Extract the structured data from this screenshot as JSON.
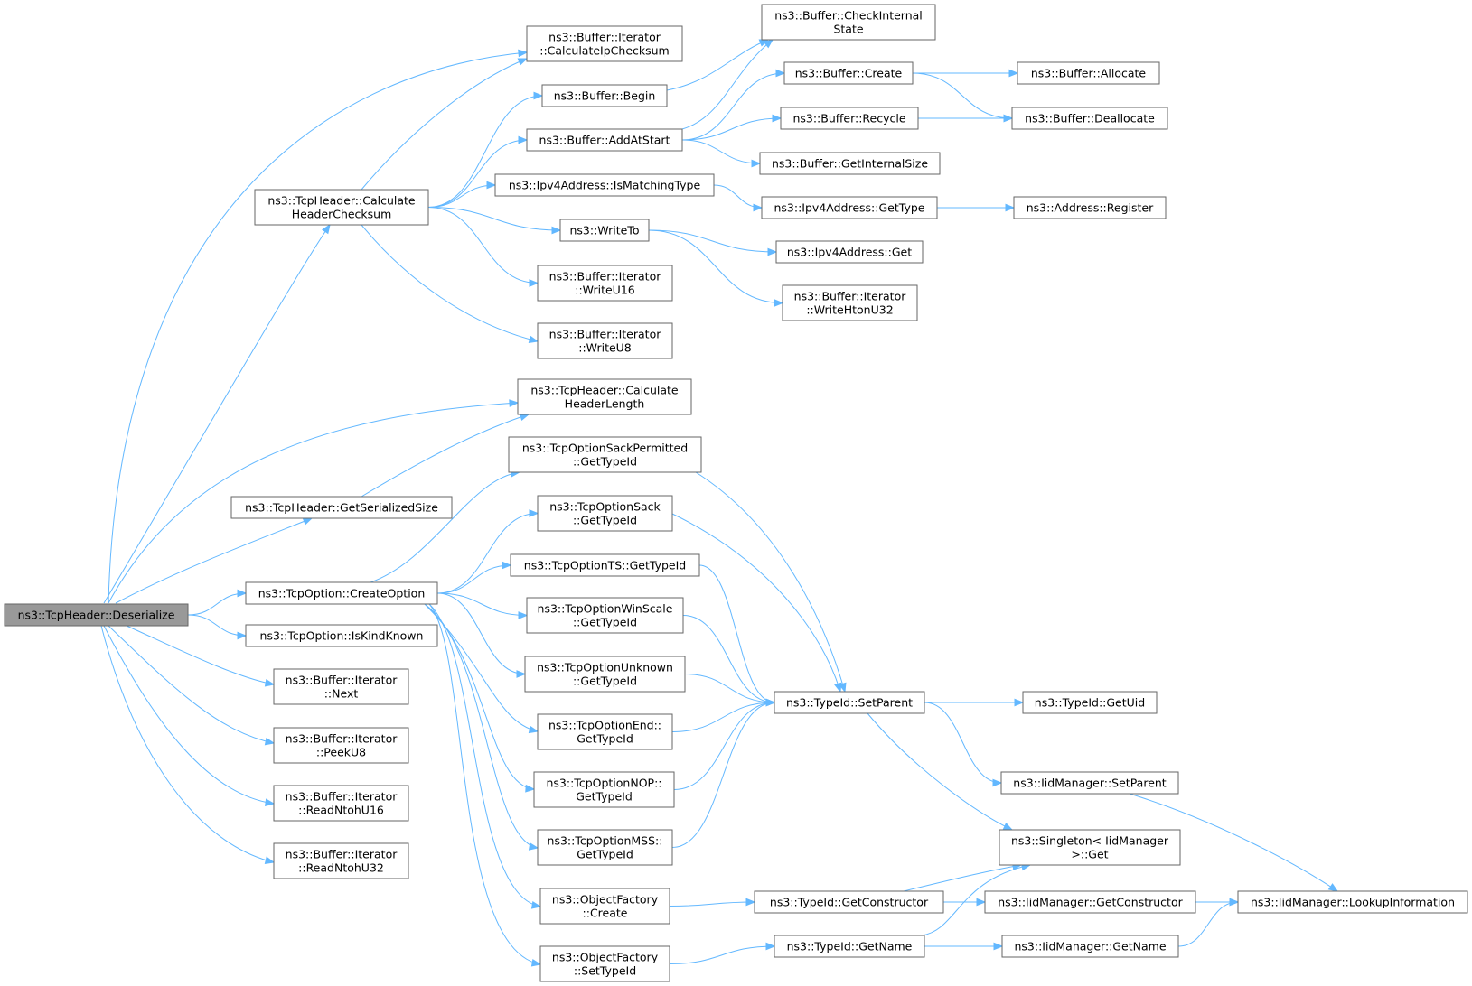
{
  "graph": {
    "nodes": [
      {
        "id": "deserialize",
        "lines": [
          "ns3::TcpHeader::Deserialize"
        ],
        "root": true
      },
      {
        "id": "calcHdrChecksum",
        "lines": [
          "ns3::TcpHeader::Calculate",
          "HeaderChecksum"
        ]
      },
      {
        "id": "calcHdrLength",
        "lines": [
          "ns3::TcpHeader::Calculate",
          "HeaderLength"
        ]
      },
      {
        "id": "getSerializedSize",
        "lines": [
          "ns3::TcpHeader::GetSerializedSize"
        ]
      },
      {
        "id": "createOption",
        "lines": [
          "ns3::TcpOption::CreateOption"
        ]
      },
      {
        "id": "isKindKnown",
        "lines": [
          "ns3::TcpOption::IsKindKnown"
        ]
      },
      {
        "id": "next",
        "lines": [
          "ns3::Buffer::Iterator",
          "::Next"
        ]
      },
      {
        "id": "peekU8",
        "lines": [
          "ns3::Buffer::Iterator",
          "::PeekU8"
        ]
      },
      {
        "id": "readNtohU16",
        "lines": [
          "ns3::Buffer::Iterator",
          "::ReadNtohU16"
        ]
      },
      {
        "id": "readNtohU32",
        "lines": [
          "ns3::Buffer::Iterator",
          "::ReadNtohU32"
        ]
      },
      {
        "id": "calcIpChecksum",
        "lines": [
          "ns3::Buffer::Iterator",
          "::CalculateIpChecksum"
        ]
      },
      {
        "id": "bufBegin",
        "lines": [
          "ns3::Buffer::Begin"
        ]
      },
      {
        "id": "addAtStart",
        "lines": [
          "ns3::Buffer::AddAtStart"
        ]
      },
      {
        "id": "isMatchingType",
        "lines": [
          "ns3::Ipv4Address::IsMatchingType"
        ]
      },
      {
        "id": "writeTo",
        "lines": [
          "ns3::WriteTo"
        ]
      },
      {
        "id": "writeU16",
        "lines": [
          "ns3::Buffer::Iterator",
          "::WriteU16"
        ]
      },
      {
        "id": "writeU8",
        "lines": [
          "ns3::Buffer::Iterator",
          "::WriteU8"
        ]
      },
      {
        "id": "checkInternal",
        "lines": [
          "ns3::Buffer::CheckInternal",
          "State"
        ]
      },
      {
        "id": "bufCreate",
        "lines": [
          "ns3::Buffer::Create"
        ]
      },
      {
        "id": "bufRecycle",
        "lines": [
          "ns3::Buffer::Recycle"
        ]
      },
      {
        "id": "getInternalSize",
        "lines": [
          "ns3::Buffer::GetInternalSize"
        ]
      },
      {
        "id": "ipv4GetType",
        "lines": [
          "ns3::Ipv4Address::GetType"
        ]
      },
      {
        "id": "ipv4Get",
        "lines": [
          "ns3::Ipv4Address::Get"
        ]
      },
      {
        "id": "writeHtonU32",
        "lines": [
          "ns3::Buffer::Iterator",
          "::WriteHtonU32"
        ]
      },
      {
        "id": "bufAllocate",
        "lines": [
          "ns3::Buffer::Allocate"
        ]
      },
      {
        "id": "bufDeallocate",
        "lines": [
          "ns3::Buffer::Deallocate"
        ]
      },
      {
        "id": "addrRegister",
        "lines": [
          "ns3::Address::Register"
        ]
      },
      {
        "id": "sackPermitted",
        "lines": [
          "ns3::TcpOptionSackPermitted",
          "::GetTypeId"
        ]
      },
      {
        "id": "sack",
        "lines": [
          "ns3::TcpOptionSack",
          "::GetTypeId"
        ]
      },
      {
        "id": "ts",
        "lines": [
          "ns3::TcpOptionTS::GetTypeId"
        ]
      },
      {
        "id": "winScale",
        "lines": [
          "ns3::TcpOptionWinScale",
          "::GetTypeId"
        ]
      },
      {
        "id": "unknown",
        "lines": [
          "ns3::TcpOptionUnknown",
          "::GetTypeId"
        ]
      },
      {
        "id": "end",
        "lines": [
          "ns3::TcpOptionEnd::",
          "GetTypeId"
        ]
      },
      {
        "id": "nop",
        "lines": [
          "ns3::TcpOptionNOP::",
          "GetTypeId"
        ]
      },
      {
        "id": "mss",
        "lines": [
          "ns3::TcpOptionMSS::",
          "GetTypeId"
        ]
      },
      {
        "id": "ofCreate",
        "lines": [
          "ns3::ObjectFactory",
          "::Create"
        ]
      },
      {
        "id": "ofSetTypeId",
        "lines": [
          "ns3::ObjectFactory",
          "::SetTypeId"
        ]
      },
      {
        "id": "setParent",
        "lines": [
          "ns3::TypeId::SetParent"
        ]
      },
      {
        "id": "getConstructor",
        "lines": [
          "ns3::TypeId::GetConstructor"
        ]
      },
      {
        "id": "getName",
        "lines": [
          "ns3::TypeId::GetName"
        ]
      },
      {
        "id": "getUid",
        "lines": [
          "ns3::TypeId::GetUid"
        ]
      },
      {
        "id": "iidSetParent",
        "lines": [
          "ns3::IidManager::SetParent"
        ]
      },
      {
        "id": "singletonGet",
        "lines": [
          "ns3::Singleton< IidManager",
          ">::Get"
        ]
      },
      {
        "id": "iidGetConstructor",
        "lines": [
          "ns3::IidManager::GetConstructor"
        ]
      },
      {
        "id": "iidGetName",
        "lines": [
          "ns3::IidManager::GetName"
        ]
      },
      {
        "id": "lookupInfo",
        "lines": [
          "ns3::IidManager::LookupInformation"
        ]
      }
    ],
    "edges": [
      {
        "from": "deserialize",
        "to": "calcIpChecksum"
      },
      {
        "from": "deserialize",
        "to": "calcHdrChecksum"
      },
      {
        "from": "deserialize",
        "to": "calcHdrLength"
      },
      {
        "from": "deserialize",
        "to": "getSerializedSize"
      },
      {
        "from": "deserialize",
        "to": "createOption"
      },
      {
        "from": "deserialize",
        "to": "isKindKnown"
      },
      {
        "from": "deserialize",
        "to": "next"
      },
      {
        "from": "deserialize",
        "to": "peekU8"
      },
      {
        "from": "deserialize",
        "to": "readNtohU16"
      },
      {
        "from": "deserialize",
        "to": "readNtohU32"
      },
      {
        "from": "calcHdrChecksum",
        "to": "calcIpChecksum"
      },
      {
        "from": "calcHdrChecksum",
        "to": "bufBegin"
      },
      {
        "from": "calcHdrChecksum",
        "to": "addAtStart"
      },
      {
        "from": "calcHdrChecksum",
        "to": "isMatchingType"
      },
      {
        "from": "calcHdrChecksum",
        "to": "writeTo"
      },
      {
        "from": "calcHdrChecksum",
        "to": "writeU16"
      },
      {
        "from": "calcHdrChecksum",
        "to": "writeU8"
      },
      {
        "from": "bufBegin",
        "to": "checkInternal"
      },
      {
        "from": "addAtStart",
        "to": "checkInternal"
      },
      {
        "from": "addAtStart",
        "to": "bufCreate"
      },
      {
        "from": "addAtStart",
        "to": "bufRecycle"
      },
      {
        "from": "addAtStart",
        "to": "getInternalSize"
      },
      {
        "from": "bufCreate",
        "to": "bufAllocate"
      },
      {
        "from": "bufCreate",
        "to": "bufDeallocate"
      },
      {
        "from": "bufRecycle",
        "to": "bufDeallocate"
      },
      {
        "from": "isMatchingType",
        "to": "ipv4GetType"
      },
      {
        "from": "ipv4GetType",
        "to": "addrRegister"
      },
      {
        "from": "writeTo",
        "to": "ipv4Get"
      },
      {
        "from": "writeTo",
        "to": "writeHtonU32"
      },
      {
        "from": "getSerializedSize",
        "to": "calcHdrLength"
      },
      {
        "from": "createOption",
        "to": "sackPermitted"
      },
      {
        "from": "createOption",
        "to": "sack"
      },
      {
        "from": "createOption",
        "to": "ts"
      },
      {
        "from": "createOption",
        "to": "winScale"
      },
      {
        "from": "createOption",
        "to": "unknown"
      },
      {
        "from": "createOption",
        "to": "end"
      },
      {
        "from": "createOption",
        "to": "nop"
      },
      {
        "from": "createOption",
        "to": "mss"
      },
      {
        "from": "createOption",
        "to": "ofCreate"
      },
      {
        "from": "createOption",
        "to": "ofSetTypeId"
      },
      {
        "from": "sackPermitted",
        "to": "setParent"
      },
      {
        "from": "sack",
        "to": "setParent"
      },
      {
        "from": "ts",
        "to": "setParent"
      },
      {
        "from": "winScale",
        "to": "setParent"
      },
      {
        "from": "unknown",
        "to": "setParent"
      },
      {
        "from": "end",
        "to": "setParent"
      },
      {
        "from": "nop",
        "to": "setParent"
      },
      {
        "from": "mss",
        "to": "setParent"
      },
      {
        "from": "setParent",
        "to": "getUid"
      },
      {
        "from": "setParent",
        "to": "iidSetParent"
      },
      {
        "from": "setParent",
        "to": "singletonGet"
      },
      {
        "from": "iidSetParent",
        "to": "lookupInfo"
      },
      {
        "from": "ofCreate",
        "to": "getConstructor"
      },
      {
        "from": "ofSetTypeId",
        "to": "getName"
      },
      {
        "from": "getConstructor",
        "to": "singletonGet"
      },
      {
        "from": "getConstructor",
        "to": "iidGetConstructor"
      },
      {
        "from": "getName",
        "to": "singletonGet"
      },
      {
        "from": "getName",
        "to": "iidGetName"
      },
      {
        "from": "iidGetConstructor",
        "to": "lookupInfo"
      },
      {
        "from": "iidGetName",
        "to": "lookupInfo"
      }
    ]
  }
}
